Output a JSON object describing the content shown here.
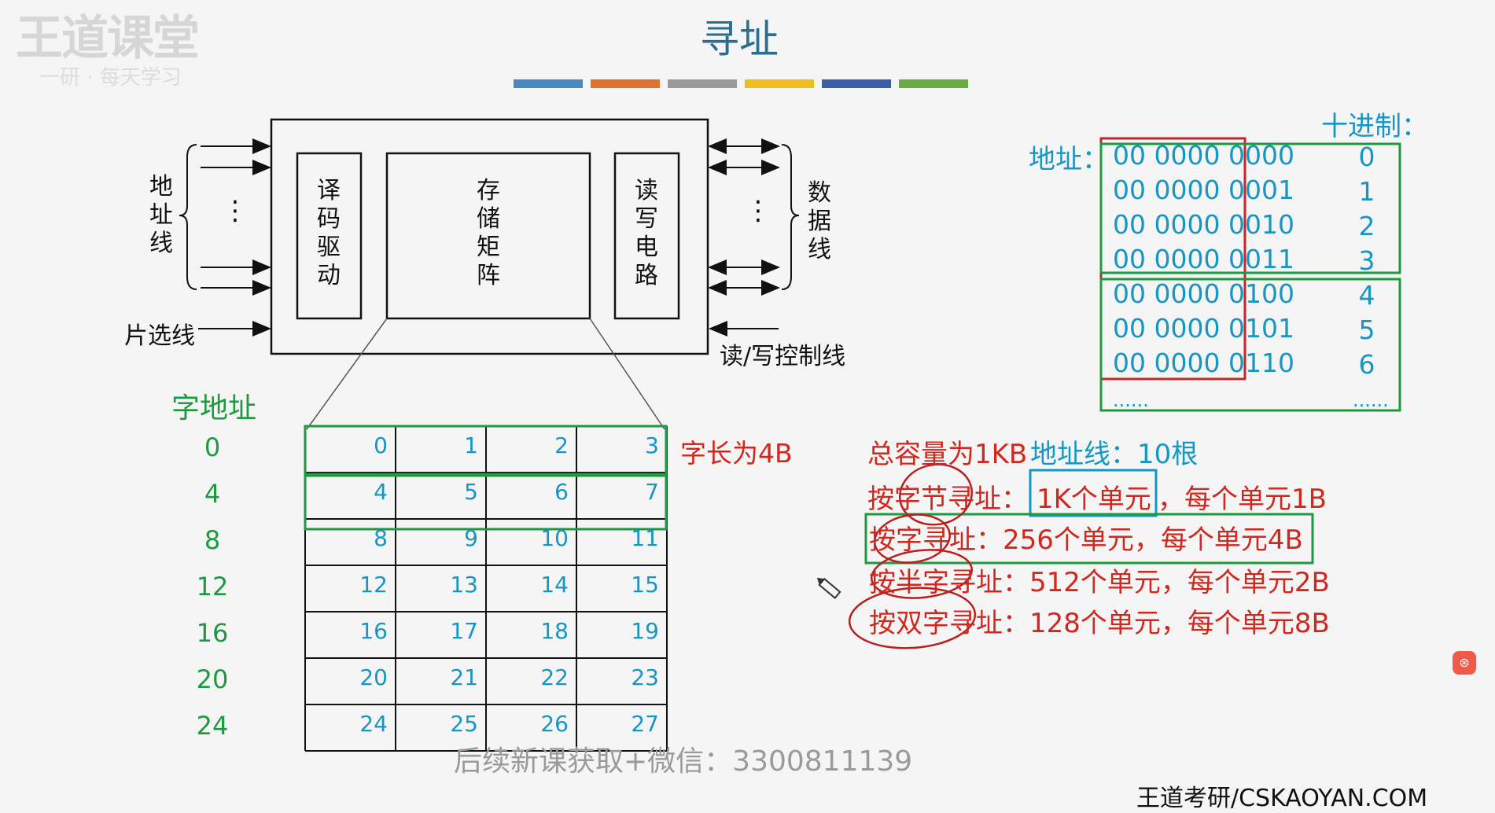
{
  "header": {
    "title": "寻址",
    "watermark_logo": "王道课堂",
    "watermark_sub": "一研 · 每天学习",
    "color_bars": [
      "#4a89c0",
      "#e0702e",
      "#9a9a9a",
      "#f0bd1f",
      "#3a5fa8",
      "#67ac45"
    ]
  },
  "block_diagram": {
    "decoder_label": "译码驱动",
    "storage_label": "存储矩阵",
    "rw_circuit_label": "读写电路",
    "address_lines_label": "地址线",
    "data_lines_label": "数据线",
    "chip_select_label": "片选线",
    "rw_control_label": "读/写控制线",
    "ellipsis": "⋮"
  },
  "memory_grid": {
    "word_address_header": "字地址",
    "word_addresses": [
      "0",
      "4",
      "8",
      "12",
      "16",
      "20",
      "24"
    ],
    "rows": [
      [
        "0",
        "1",
        "2",
        "3"
      ],
      [
        "4",
        "5",
        "6",
        "7"
      ],
      [
        "8",
        "9",
        "10",
        "11"
      ],
      [
        "12",
        "13",
        "14",
        "15"
      ],
      [
        "16",
        "17",
        "18",
        "19"
      ],
      [
        "20",
        "21",
        "22",
        "23"
      ],
      [
        "24",
        "25",
        "26",
        "27"
      ]
    ],
    "word_length_note": "字长为4B"
  },
  "address_table": {
    "decimal_header": "十进制：",
    "address_label": "地址：",
    "binary": [
      "00 0000 0000",
      "00 0000 0001",
      "00 0000 0010",
      "00 0000 0011",
      "00 0000 0100",
      "00 0000 0101",
      "00 0000 0110"
    ],
    "decimal": [
      "0",
      "1",
      "2",
      "3",
      "4",
      "5",
      "6"
    ],
    "ellipsis_left": "......",
    "ellipsis_right": "......"
  },
  "info": {
    "capacity": "总容量为1KB",
    "address_lines": "地址线：10根",
    "byte_prefix": "按字节寻址：",
    "byte_units": "1K个单元",
    "byte_suffix": "，每个单元1B",
    "word": "按字寻址：256个单元，每个单元4B",
    "halfword": "按半字寻址：512个单元，每个单元2B",
    "doubleword": "按双字寻址：128个单元，每个单元8B"
  },
  "footer": {
    "subtitle": "后续新课获取+微信：3300811139",
    "brand": "王道考研/CSKAOYAN.COM"
  }
}
